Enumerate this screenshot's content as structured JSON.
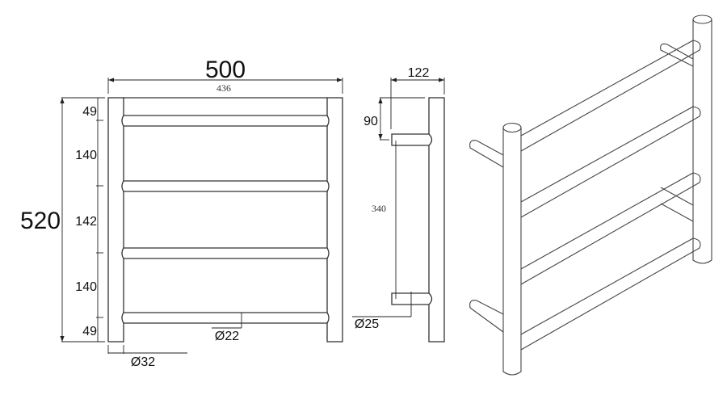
{
  "front_view": {
    "overall_width": "500",
    "inner_width": "436",
    "overall_height": "520",
    "spacings": [
      "49",
      "140",
      "142",
      "140",
      "49"
    ],
    "rail_diameter": "Ø22",
    "post_diameter": "Ø32"
  },
  "side_view": {
    "depth": "122",
    "top_offset": "90",
    "bracket_spacing": "340",
    "bracket_diameter": "Ø25"
  },
  "iso_view": {
    "rails": 4,
    "posts": 2,
    "mount_brackets": 4
  }
}
